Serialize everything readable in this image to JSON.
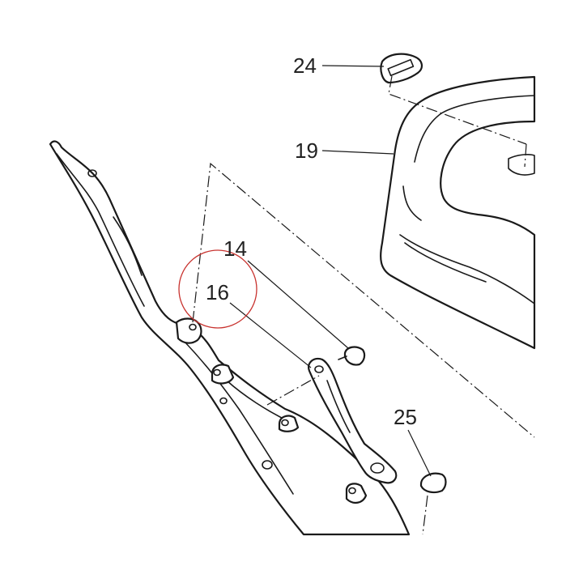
{
  "callouts": {
    "c24": "24",
    "c19": "19",
    "c14": "14",
    "c16": "16",
    "c25": "25"
  },
  "highlight": {
    "color": "#c8332f",
    "target": "16"
  },
  "colors": {
    "line": "#1a1a1a",
    "background": "#ffffff"
  }
}
